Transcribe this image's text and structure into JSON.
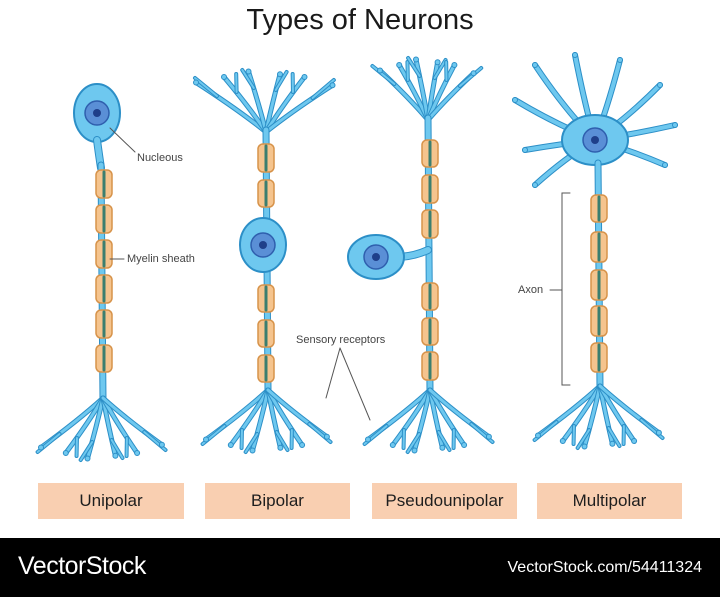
{
  "title": "Types of Neurons",
  "annotations": {
    "nucleus": "Nucleous",
    "myelin": "Myelin sheath",
    "sensory": "Sensory receptors",
    "axon": "Axon"
  },
  "neuron_types": [
    "Unipolar",
    "Bipolar",
    "Pseudounipolar",
    "Multipolar"
  ],
  "footer": {
    "brand": "VectorStock",
    "url": "VectorStock.com/54411324"
  },
  "colors": {
    "membrane": "#6ec8ef",
    "outline": "#2c8fc7",
    "nucleus": "#3d6fc2",
    "myelin": "#f5c48e",
    "label_box": "#f9cfb1"
  }
}
